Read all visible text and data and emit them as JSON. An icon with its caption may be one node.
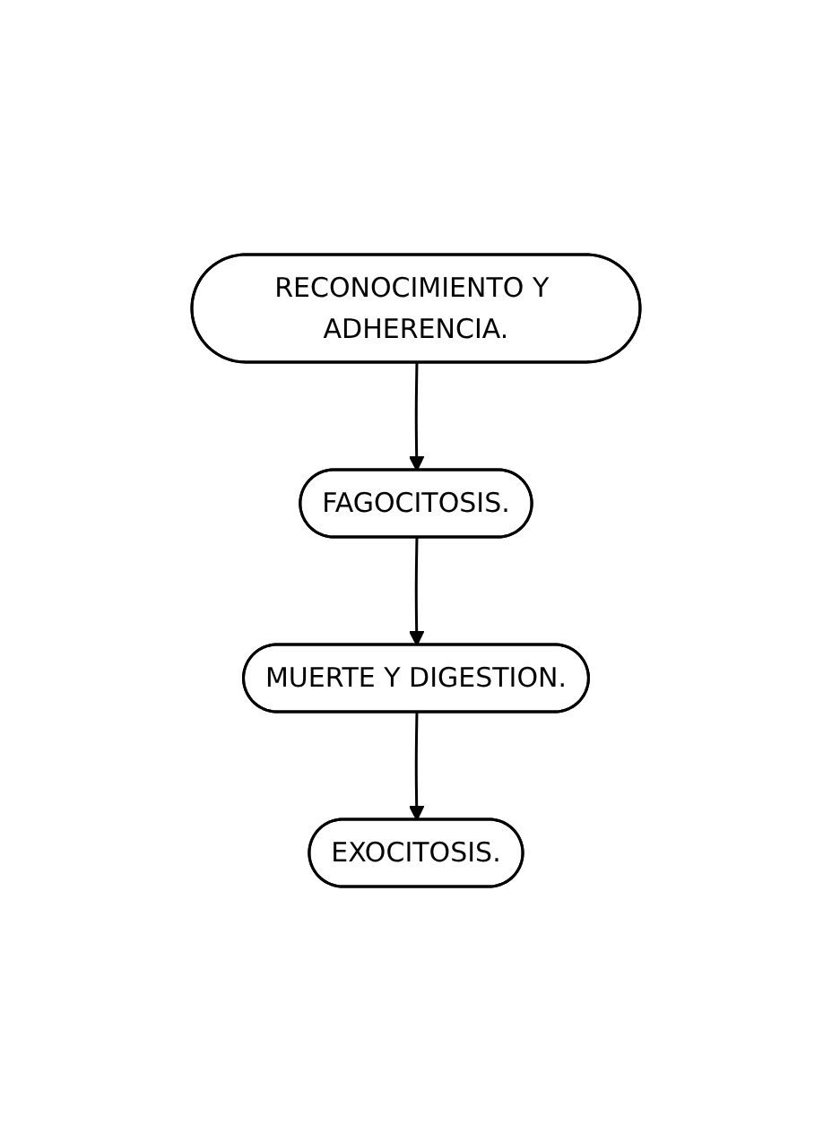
{
  "diagram": {
    "nodes": [
      {
        "text": [
          "RECONOCIMIENTO Y ADHERENCIA."
        ]
      },
      {
        "text": [
          "FAGOCITOSIS."
        ]
      },
      {
        "text": [
          "MUERTE Y DIGESTION."
        ]
      },
      {
        "text": [
          "EXOCITOSIS."
        ]
      }
    ],
    "edges": [
      {
        "from": 0,
        "to": 1,
        "arrow": "to"
      },
      {
        "from": 1,
        "to": 2,
        "arrow": "to"
      },
      {
        "from": 2,
        "to": 3,
        "arrow": "to"
      }
    ]
  }
}
